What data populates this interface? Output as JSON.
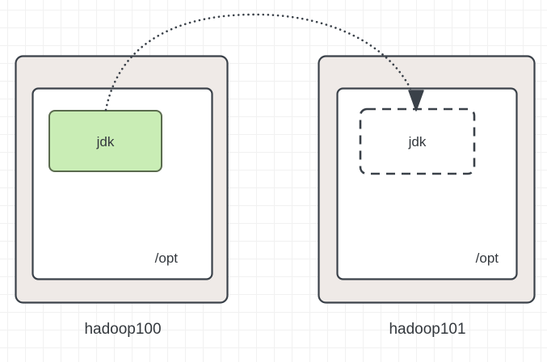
{
  "diagram": {
    "title": "jdk distribution between hadoop hosts",
    "background": {
      "color": "#ffffff",
      "grid_color": "#f1f1f1",
      "grid_size": 22
    },
    "colors": {
      "host_fill": "#efeae7",
      "host_stroke": "#3a4149",
      "dir_fill": "#ffffff",
      "dir_stroke": "#3a4149",
      "package_fill": "#c9edb5",
      "package_stroke": "#5a6b4e",
      "placeholder_stroke": "#3a4149",
      "arrow_color": "#3a4149",
      "text_color": "#33383d"
    },
    "nodes": [
      {
        "id": "host-left",
        "host_label": "hadoop100",
        "directory_label": "/opt",
        "package_label": "jdk",
        "package_state": "present"
      },
      {
        "id": "host-right",
        "host_label": "hadoop101",
        "directory_label": "/opt",
        "package_label": "jdk",
        "package_state": "missing"
      }
    ],
    "connector": {
      "style": "dotted",
      "direction": "hadoop100 -> hadoop101",
      "arrowhead": "filled-triangle",
      "from_node": "host-left",
      "to_node": "host-right"
    }
  }
}
